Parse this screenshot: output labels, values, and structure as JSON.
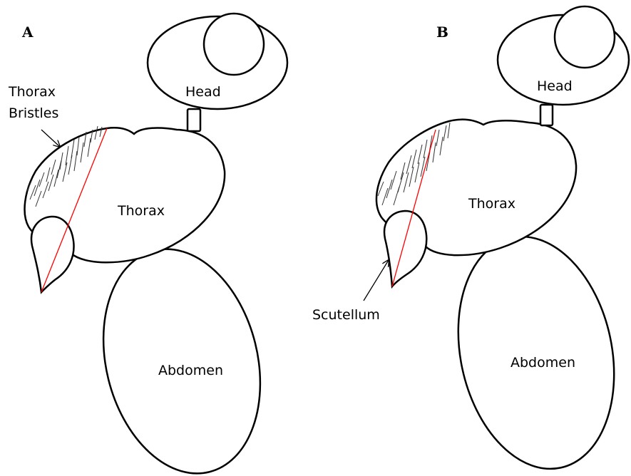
{
  "panels": {
    "a": {
      "letter": "A",
      "labels": {
        "head": "Head",
        "thorax": "Thorax",
        "abdomen": "Abdomen",
        "bristles_line1": "Thorax",
        "bristles_line2": "Bristles"
      }
    },
    "b": {
      "letter": "B",
      "labels": {
        "head": "Head",
        "thorax": "Thorax",
        "abdomen": "Abdomen",
        "scutellum": "Scutellum"
      }
    }
  },
  "colors": {
    "outline": "#000000",
    "measure_line": "#ff0000",
    "bristles": "#333333"
  }
}
